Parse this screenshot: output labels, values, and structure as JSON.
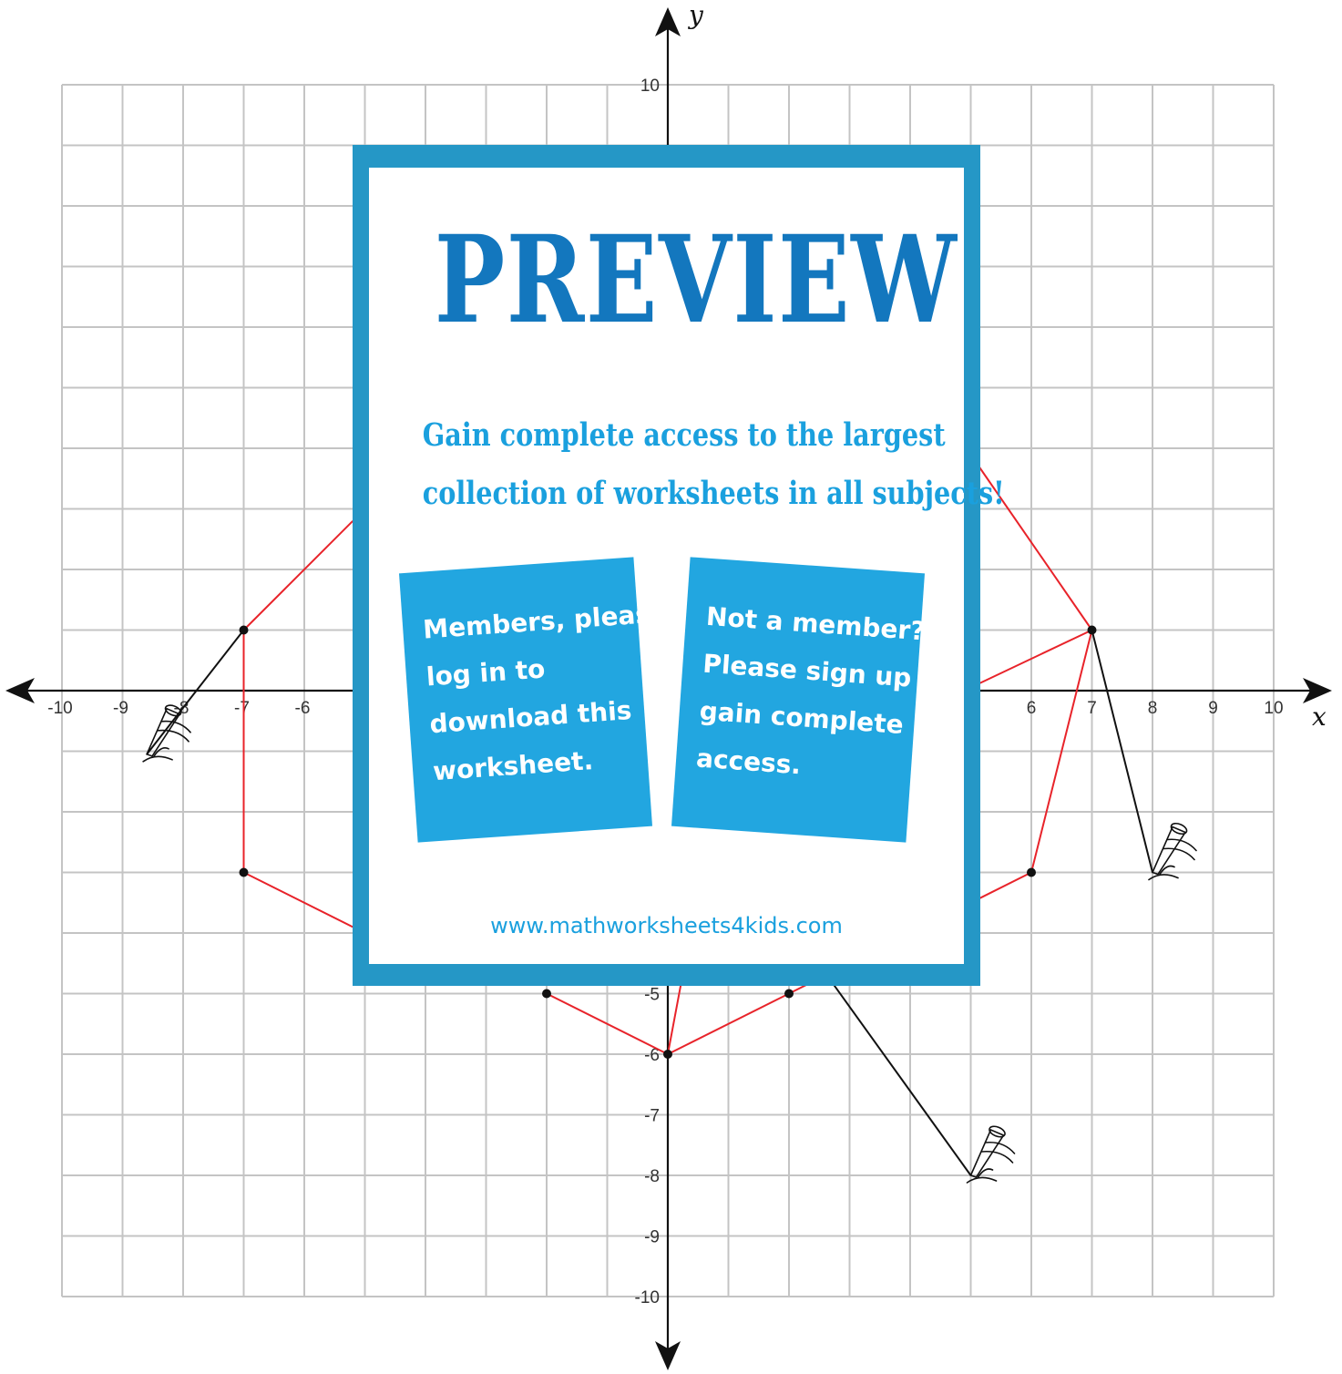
{
  "graph": {
    "x_axis_label": "x",
    "y_axis_label": "y",
    "x_ticks": [
      "-10",
      "-9",
      "-8",
      "-7",
      "-6",
      "6",
      "7",
      "8",
      "9",
      "10"
    ],
    "y_ticks": [
      "10",
      "-5",
      "-6",
      "-7",
      "-8",
      "-9",
      "-10"
    ],
    "xlim": [
      -10,
      10
    ],
    "ylim": [
      -10,
      10
    ],
    "grid": true,
    "colors": {
      "grid": "#c4c4c4",
      "shape": "#e8232a",
      "path": "#111111",
      "axis": "#111111"
    },
    "shape_segments": [
      [
        [
          -7,
          1
        ],
        [
          -7,
          -3
        ]
      ],
      [
        [
          -7,
          1
        ],
        [
          -5.2,
          2.8
        ]
      ],
      [
        [
          -7,
          -3
        ],
        [
          -5.2,
          -3.9
        ]
      ],
      [
        [
          -2,
          -5
        ],
        [
          0,
          -6
        ]
      ],
      [
        [
          0,
          -6
        ],
        [
          2,
          -5
        ]
      ],
      [
        [
          2,
          -5
        ],
        [
          2.3,
          -4.85
        ]
      ],
      [
        [
          0,
          -6
        ],
        [
          0.3,
          -4.4
        ]
      ],
      [
        [
          7,
          1
        ],
        [
          5.1,
          3.75
        ]
      ],
      [
        [
          7,
          1
        ],
        [
          5.1,
          0.1
        ]
      ],
      [
        [
          7,
          1
        ],
        [
          6,
          -3
        ]
      ],
      [
        [
          6,
          -3
        ],
        [
          5.1,
          -3.45
        ]
      ]
    ],
    "path_segments": [
      [
        [
          -7,
          1
        ],
        [
          -8.6,
          -1.05
        ]
      ],
      [
        [
          7,
          1
        ],
        [
          8,
          -3
        ]
      ],
      [
        [
          2.7,
          -4.8
        ],
        [
          5,
          -8
        ]
      ]
    ],
    "points": [
      [
        -7,
        1
      ],
      [
        -7,
        -3
      ],
      [
        7,
        1
      ],
      [
        6,
        -3
      ],
      [
        -2,
        -5
      ],
      [
        0,
        -6
      ],
      [
        2,
        -5
      ]
    ],
    "pencil_tips": [
      [
        -8.6,
        -1.05
      ],
      [
        8,
        -3
      ],
      [
        5,
        -8
      ]
    ]
  },
  "preview": {
    "title": "PREVIEW",
    "promo_line_1": "Gain complete access to the largest",
    "promo_line_2": "collection of worksheets in all subjects!",
    "member_card": [
      "Members, please",
      "log in to",
      "download this",
      "worksheet."
    ],
    "signup_card": [
      "Not a member?",
      "Please sign up to",
      "gain complete",
      "access."
    ],
    "url": "www.mathworksheets4kids.com",
    "colors": {
      "frame": "#2597c6",
      "title": "#1377be",
      "text": "#1aa0de",
      "card": "#22a6e0"
    }
  }
}
